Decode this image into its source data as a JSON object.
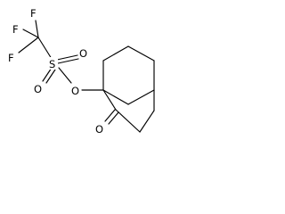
{
  "molecule": {
    "atoms": {
      "f_upper_left": "F",
      "f_top": "F",
      "f_left": "F",
      "s_sulfonyl": "S",
      "o_sulfonyl_top": "O",
      "o_sulfonyl_bottom": "O",
      "o_ester": "O",
      "o_ketone": "O"
    }
  }
}
